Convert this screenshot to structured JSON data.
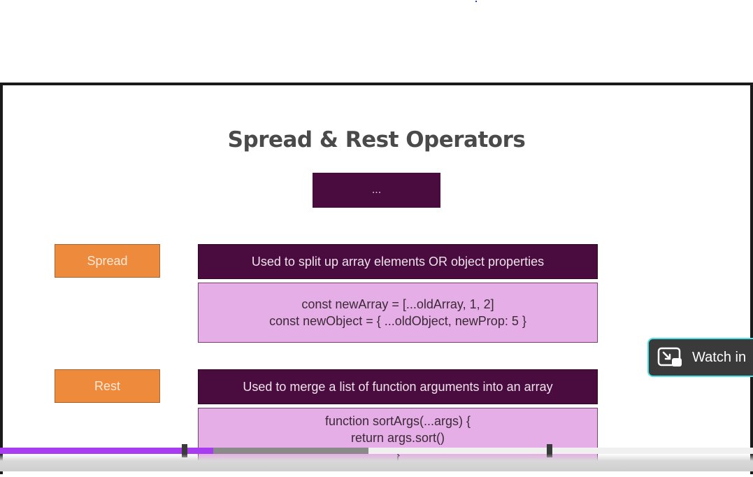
{
  "slide": {
    "title": "Spread & Rest Operators",
    "operator_box": "...",
    "spread": {
      "label": "Spread",
      "description": "Used to split up array elements OR object properties",
      "code_lines": [
        "const newArray = [...oldArray, 1, 2]",
        "const newObject = { ...oldObject, newProp: 5 }"
      ]
    },
    "rest": {
      "label": "Rest",
      "description": "Used to merge a list of function arguments into an array",
      "code_lines": [
        "function sortArgs(...args) {",
        "return args.sort()",
        "}"
      ]
    }
  },
  "player": {
    "watch_button": "Watch in",
    "watch_icon": "picture-in-picture-icon",
    "progress_played_fraction": 0.283,
    "progress_buffered_fraction": 0.489,
    "accent_color": "#a83cf0",
    "highlight_color": "#4de0e6"
  }
}
